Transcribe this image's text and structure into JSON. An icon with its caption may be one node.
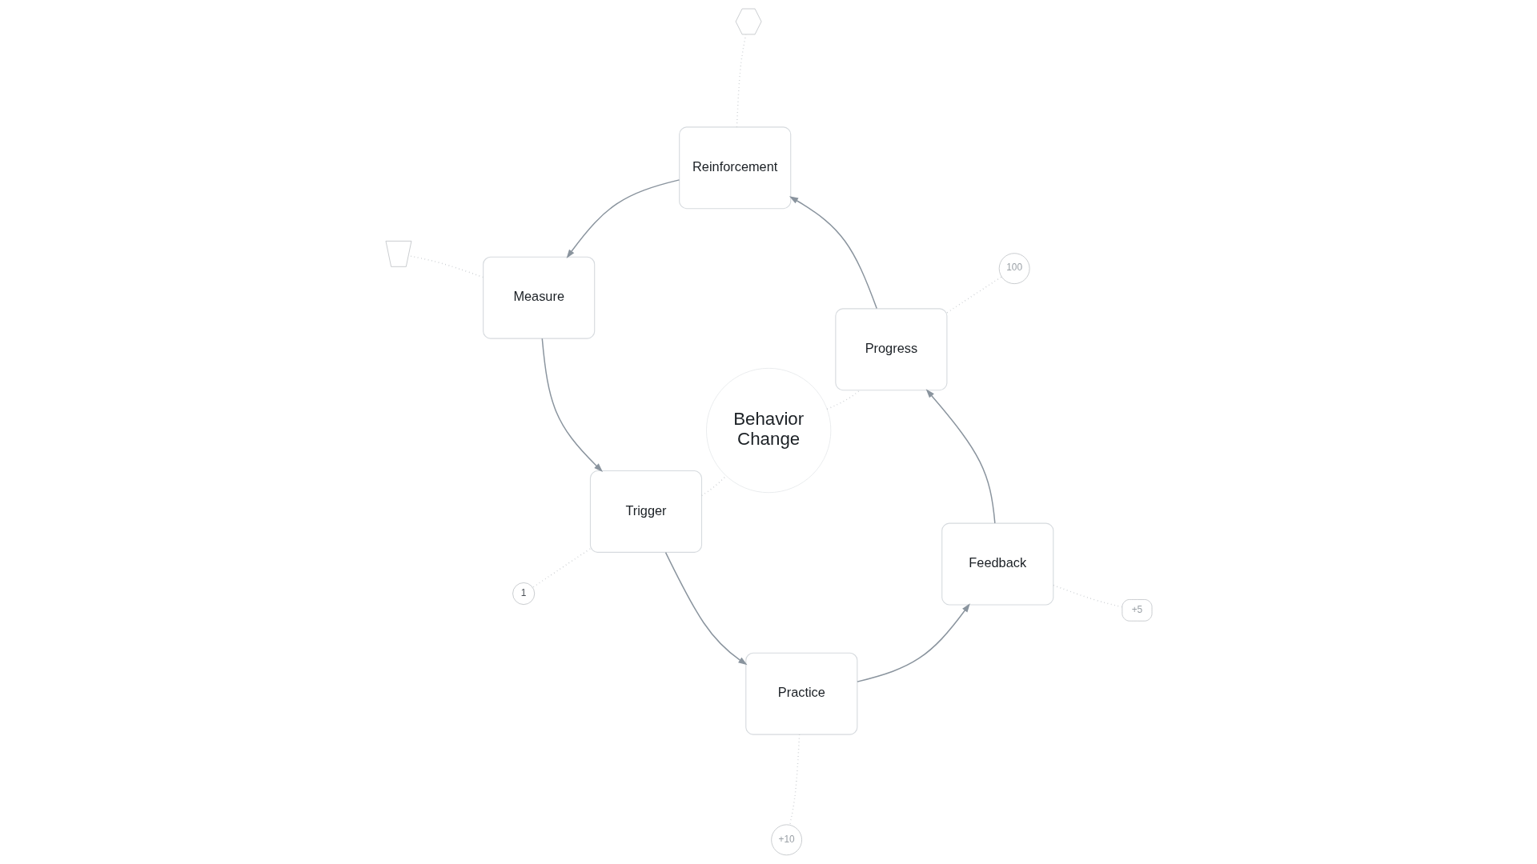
{
  "diagram": {
    "nodes": [
      {
        "text": [
          "Behavior Change"
        ]
      },
      {
        "text": [
          "Trigger"
        ]
      },
      {
        "text": [
          "Practice"
        ]
      },
      {
        "text": [
          "Feedback"
        ]
      },
      {
        "text": [
          "Progress"
        ]
      },
      {
        "text": [
          "Reinforcement"
        ]
      },
      {
        "text": [
          "Measure"
        ]
      },
      {
        "text": [
          "1"
        ]
      },
      {
        "text": [
          "+10"
        ]
      },
      {
        "text": [
          "+5"
        ]
      },
      {
        "text": [
          "100"
        ]
      },
      {
        "text": [],
        "shape": "trophy"
      },
      {
        "text": [],
        "shape": "hexagon"
      }
    ],
    "edges": [
      {
        "from": 1,
        "to": 2,
        "arrow": "to"
      },
      {
        "from": 2,
        "to": 3,
        "arrow": "to"
      },
      {
        "from": 3,
        "to": 4,
        "arrow": "to"
      },
      {
        "from": 4,
        "to": 5,
        "arrow": "to"
      },
      {
        "from": 5,
        "to": 6,
        "arrow": "to"
      },
      {
        "from": 6,
        "to": 1,
        "arrow": "to"
      },
      {
        "from": 1,
        "to": 0,
        "arrow": "none",
        "style": "dashed",
        "color": "#c4c8cc"
      },
      {
        "from": 0,
        "to": 4,
        "arrow": "none",
        "style": "dashed",
        "color": "#c4c8cc"
      },
      {
        "from": 1,
        "to": 7,
        "arrow": "none",
        "style": "dashed",
        "color": "#c4c8cc"
      },
      {
        "from": 2,
        "to": 8,
        "arrow": "none",
        "style": "dashed",
        "color": "#c4c8cc"
      },
      {
        "from": 3,
        "to": 9,
        "arrow": "none",
        "style": "dashed",
        "color": "#c4c8cc"
      },
      {
        "from": 4,
        "to": 10,
        "arrow": "none",
        "style": "dashed",
        "color": "#c4c8cc"
      },
      {
        "from": 6,
        "to": 11,
        "arrow": "none",
        "style": "dashed",
        "color": "#c4c8cc"
      },
      {
        "from": 5,
        "to": 12,
        "arrow": "none",
        "style": "dashed",
        "color": "#c4c8cc"
      }
    ]
  }
}
